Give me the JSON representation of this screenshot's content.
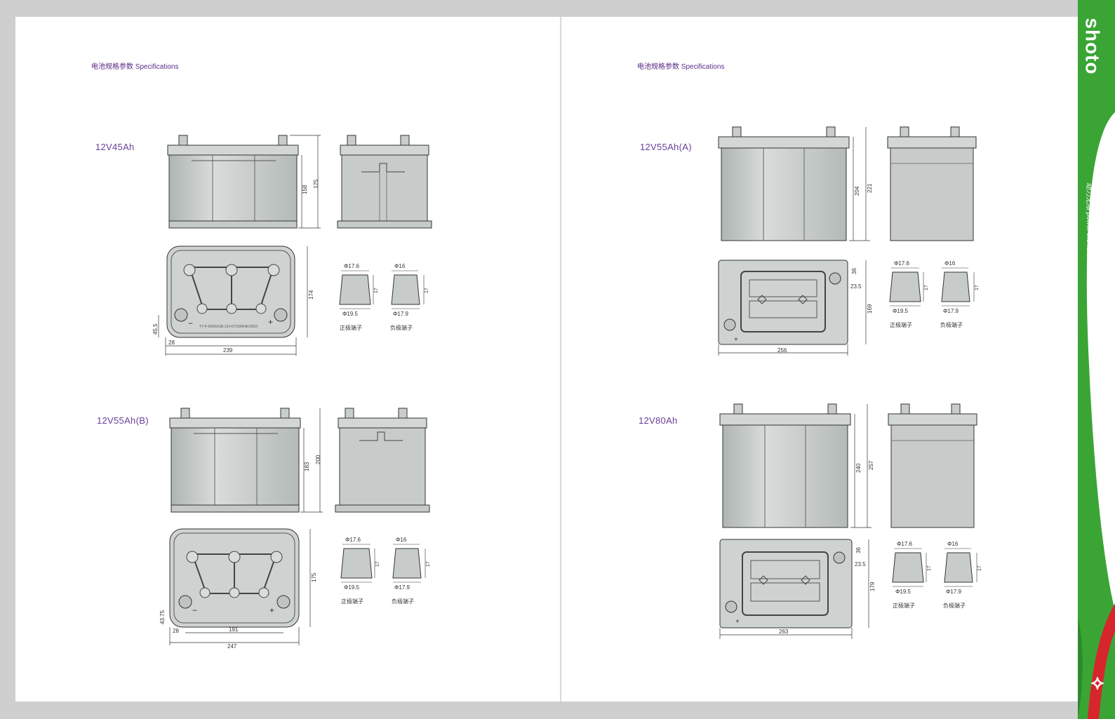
{
  "header": "电池规格参数 Specifications",
  "brand": {
    "logo": "shoto",
    "slogan": "动力无限 power the future",
    "green": "#3aa535",
    "red": "#d6262b"
  },
  "terminal_labels": {
    "positive": "正极端子",
    "negative": "负极端子"
  },
  "models": [
    {
      "name": "12V45Ah",
      "front_dims": [
        "158",
        "175"
      ],
      "top_dims": {
        "height": "174",
        "offset": "45.5",
        "terminal_offset": "28",
        "length": "239",
        "code": "TY-P-D0A161B-12V-D7165R4EX0D3"
      },
      "terminals": {
        "pos_top": "Φ17.6",
        "pos_bottom": "Φ19.5",
        "pos_h": "17",
        "neg_top": "Φ16",
        "neg_bottom": "Φ17.9",
        "neg_h": "17"
      }
    },
    {
      "name": "12V55Ah(B)",
      "front_dims": [
        "183",
        "200"
      ],
      "top_dims": {
        "height": "175",
        "offset": "43.75",
        "terminal_offset": "28",
        "inner": "191",
        "length": "247"
      },
      "terminals": {
        "pos_top": "Φ17.6",
        "pos_bottom": "Φ19.5",
        "pos_h": "17",
        "neg_top": "Φ16",
        "neg_bottom": "Φ17.9",
        "neg_h": "17"
      }
    },
    {
      "name": "12V55Ah(A)",
      "front_dims": [
        "204",
        "221"
      ],
      "top_dims": {
        "height": "169",
        "t1": "36",
        "t2": "23.5",
        "length": "256"
      },
      "terminals": {
        "pos_top": "Φ17.6",
        "pos_bottom": "Φ19.5",
        "pos_h": "17",
        "neg_top": "Φ16",
        "neg_bottom": "Φ17.9",
        "neg_h": "17"
      }
    },
    {
      "name": "12V80Ah",
      "front_dims": [
        "240",
        "257"
      ],
      "top_dims": {
        "height": "179",
        "t1": "36",
        "t2": "23.5",
        "length": "263"
      },
      "terminals": {
        "pos_top": "Φ17.6",
        "pos_bottom": "Φ19.5",
        "pos_h": "17",
        "neg_top": "Φ16",
        "neg_bottom": "Φ17.9",
        "neg_h": "17"
      }
    }
  ]
}
